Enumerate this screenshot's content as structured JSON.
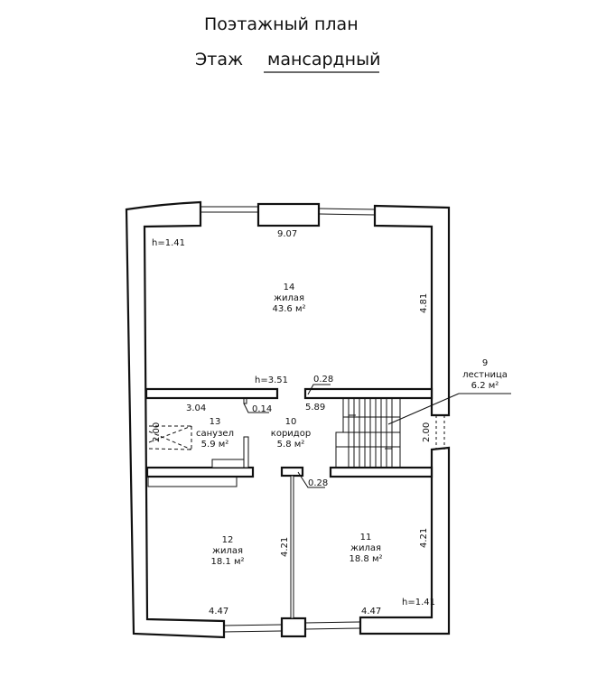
{
  "title": {
    "line1": "Поэтажный план",
    "line2_prefix": "Этаж",
    "line2_value": "мансардный"
  },
  "rooms": [
    {
      "number": "14",
      "type": "жилая",
      "area": "43.6 м²"
    },
    {
      "number": "13",
      "type": "санузел",
      "area": "5.9 м²"
    },
    {
      "number": "10",
      "type": "коридор",
      "area": "5.8 м²"
    },
    {
      "number": "9",
      "type": "лестница",
      "area": "6.2 м²"
    },
    {
      "number": "12",
      "type": "жилая",
      "area": "18.1 м²"
    },
    {
      "number": "11",
      "type": "жилая",
      "area": "18.8 м²"
    }
  ],
  "dimensions": {
    "top_width": "9.07",
    "room14_height": "4.81",
    "h_top_left": "h=1.41",
    "h_mid": "h=3.51",
    "wall_028_top": "0.28",
    "corr_left": "3.04",
    "wall_014": "0.14",
    "corr_right": "5.89",
    "bath_200": "2.00",
    "door_200": "2.00",
    "wall_028_mid": "0.28",
    "room12_height": "4.21",
    "room11_height": "4.21",
    "room12_width": "4.47",
    "room11_width": "4.47",
    "h_bottom_right": "h=1.41"
  }
}
